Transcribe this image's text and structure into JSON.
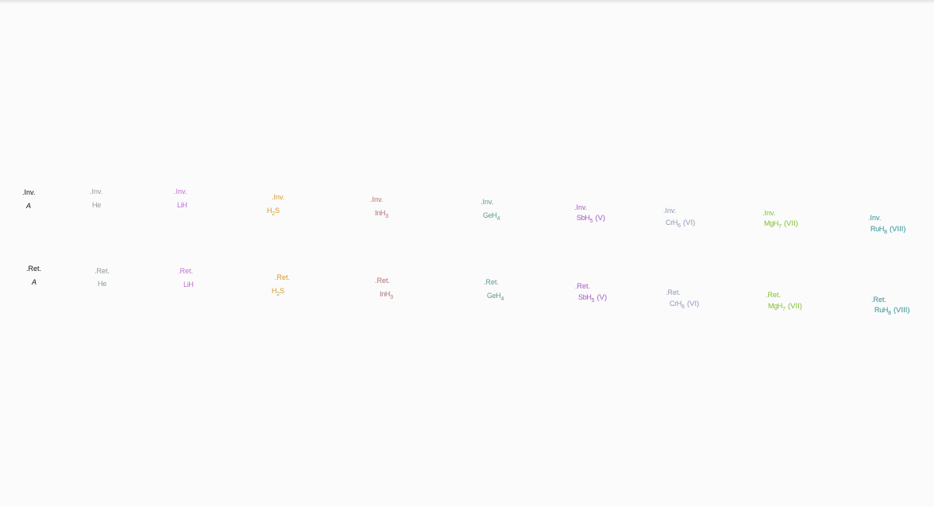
{
  "rows": [
    {
      "tag": ".Inv."
    },
    {
      "tag": ".Ret."
    }
  ],
  "compounds": [
    {
      "color": "#111111",
      "parts": [
        {
          "t": "A"
        }
      ],
      "ox": "",
      "italic": true
    },
    {
      "color": "#8f9a9a",
      "parts": [
        {
          "t": "He"
        }
      ],
      "ox": ""
    },
    {
      "color": "#bf6ed8",
      "parts": [
        {
          "t": "LiH"
        }
      ],
      "ox": ""
    },
    {
      "color": "#d49a2a",
      "parts": [
        {
          "t": "H"
        },
        {
          "sub": "2"
        },
        {
          "t": "S"
        }
      ],
      "ox": ""
    },
    {
      "color": "#b07070",
      "parts": [
        {
          "t": "InH"
        },
        {
          "sub": "3"
        }
      ],
      "ox": ""
    },
    {
      "color": "#5d9a93",
      "parts": [
        {
          "t": "GeH"
        },
        {
          "sub": "4"
        }
      ],
      "ox": ""
    },
    {
      "color": "#a05bc0",
      "parts": [
        {
          "t": "SbH"
        },
        {
          "sub": "5"
        }
      ],
      "ox": "(V)"
    },
    {
      "color": "#8e97ba",
      "parts": [
        {
          "t": "CrH"
        },
        {
          "sub": "6"
        }
      ],
      "ox": "(VI)"
    },
    {
      "color": "#7cc232",
      "parts": [
        {
          "t": "MgH"
        },
        {
          "sub": "7"
        }
      ],
      "ox": "(VII)"
    },
    {
      "color": "#2f8f95",
      "parts": [
        {
          "t": "RuH"
        },
        {
          "sub": "8"
        }
      ],
      "ox": "(VIII)"
    }
  ]
}
